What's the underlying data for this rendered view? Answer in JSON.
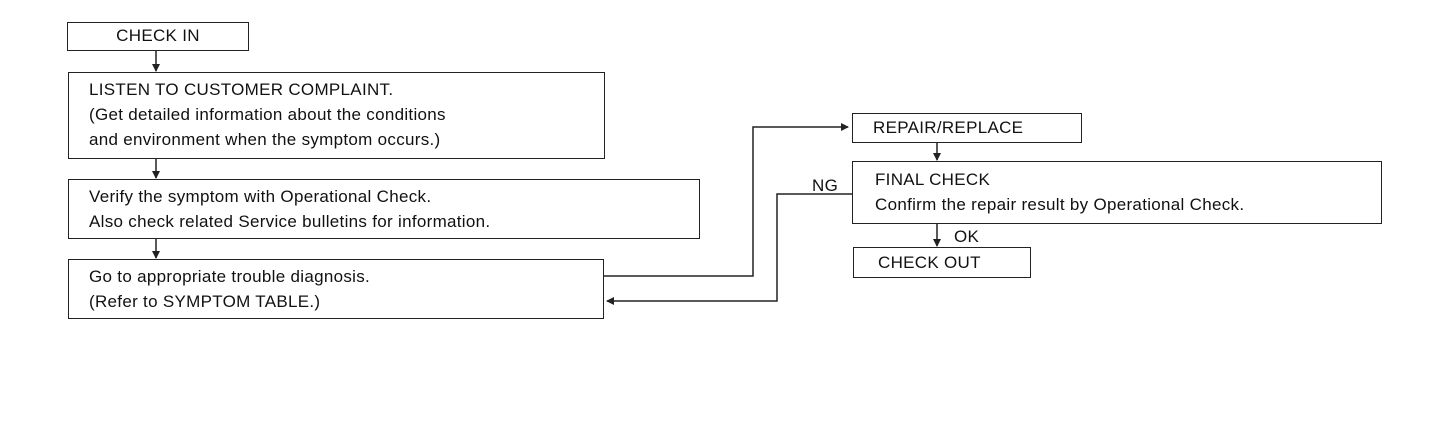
{
  "boxes": {
    "check_in": {
      "label": "CHECK IN"
    },
    "listen": {
      "lines": [
        "LISTEN TO CUSTOMER COMPLAINT.",
        "(Get detailed information about the conditions",
        "and environment when the symptom occurs.)"
      ]
    },
    "verify": {
      "lines": [
        "Verify the symptom with Operational Check.",
        "Also check related Service bulletins for information."
      ]
    },
    "diagnosis": {
      "lines": [
        "Go to appropriate trouble diagnosis.",
        "(Refer to SYMPTOM TABLE.)"
      ]
    },
    "repair": {
      "label": "REPAIR/REPLACE"
    },
    "final_check": {
      "lines": [
        "FINAL CHECK",
        "Confirm the repair result by Operational Check."
      ]
    },
    "check_out": {
      "label": "CHECK OUT"
    }
  },
  "edge_labels": {
    "ng": "NG",
    "ok": "OK"
  },
  "colors": {
    "line": "#222222",
    "text": "#111111",
    "background": "#ffffff"
  }
}
